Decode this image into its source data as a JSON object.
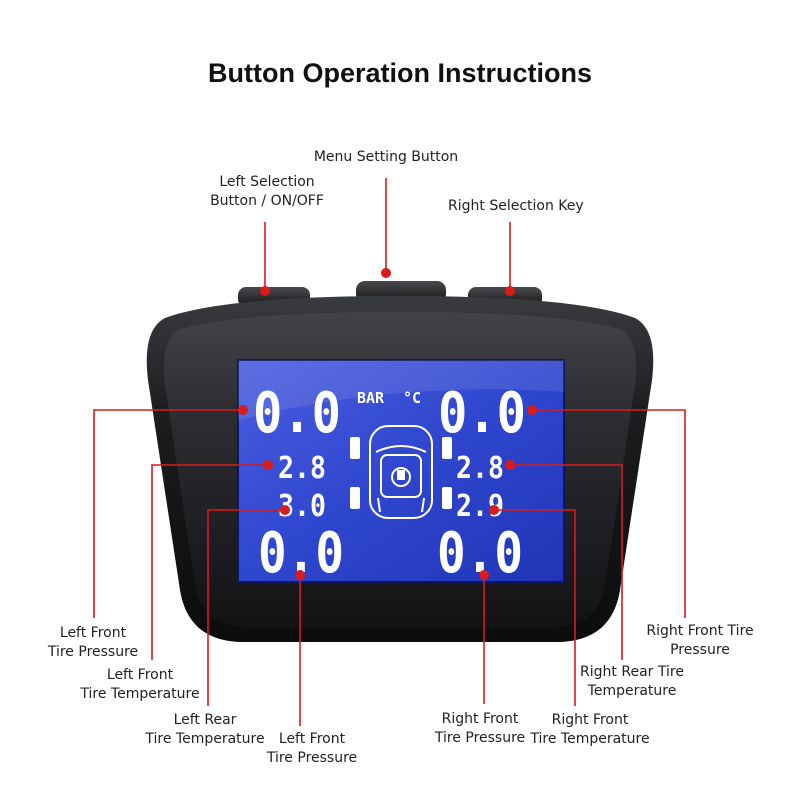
{
  "title": "Button Operation Instructions",
  "buttons": {
    "left": "Left Selection\nButton / ON/OFF",
    "menu": "Menu Setting Button",
    "right": "Right Selection Key"
  },
  "screen": {
    "unit_pressure": "BAR",
    "unit_temp": "°C",
    "left_front_pressure_big": "0.0",
    "right_front_pressure_big": "0.0",
    "left_small_1": "2.8",
    "right_small_1": "2.8",
    "left_small_2": "3.0",
    "right_small_2": "2.9",
    "left_bottom_big": "0.0",
    "right_bottom_big": "0.0"
  },
  "callouts": {
    "left_front_tire_pressure_top": "Left Front\nTire Pressure",
    "left_front_tire_temperature": "Left Front\nTire Temperature",
    "left_rear_tire_temperature": "Left Rear\nTire Temperature",
    "left_front_tire_pressure_bottom": "Left Front\nTire Pressure",
    "right_front_tire_pressure_bottom": "Right Front\nTire Pressure",
    "right_front_tire_temperature": "Right Front\nTire Temperature",
    "right_rear_tire_temperature": "Right Rear Tire\nTemperature",
    "right_front_tire_pressure_top": "Right Front Tire\nPressure"
  },
  "colors": {
    "callout_line": "#d91b1b",
    "lcd_blue": "#2b43c9",
    "device_body": "#1a1a1c"
  }
}
